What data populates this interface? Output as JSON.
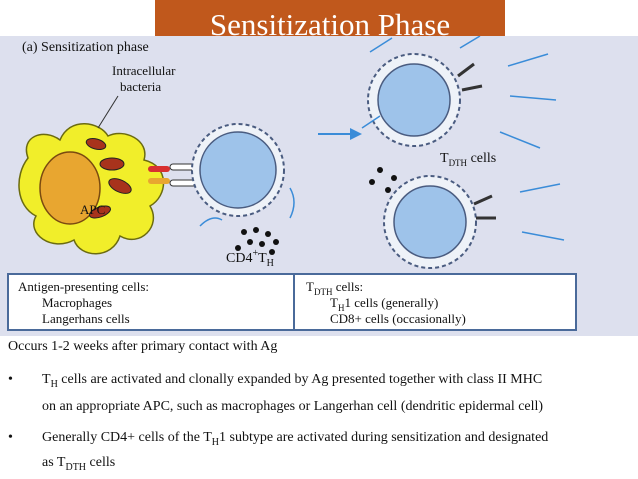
{
  "slide": {
    "title": "Sensitization Phase"
  },
  "figure": {
    "panel_label": "(a) Sensitization phase",
    "intracellular_label_1": "Intracellular",
    "intracellular_label_2": "bacteria",
    "apc_label": "APC",
    "cd4_label": "CD4",
    "cd4_sup": "+",
    "cd4_t": "T",
    "cd4_sub": "H",
    "tdth_t": "T",
    "tdth_sub": "DTH",
    "tdth_suffix": " cells",
    "box_left": {
      "header": "Antigen-presenting cells:",
      "items": [
        "Macrophages",
        "Langerhans cells"
      ]
    },
    "box_right": {
      "header_t": "T",
      "header_sub": "DTH",
      "header_suffix": " cells:",
      "item1_t": "T",
      "item1_sub": "H",
      "item1_suffix": "1 cells (generally)",
      "item2": "CD8+ cells (occasionally)"
    },
    "colors": {
      "apc_fill": "#f1ee2a",
      "nucleus": "#e8a630",
      "tcell": "#9ec3ea",
      "tcell_outline": "#4a5c80",
      "dots": "#111111"
    }
  },
  "caption": "Occurs 1-2 weeks after primary contact with Ag",
  "bullets": [
    {
      "marker": "•",
      "l1_a": "T",
      "l1_sub": "H",
      "l1_b": " cells are activated and clonally expanded by Ag presented together with class II MHC",
      "l2": "on an appropriate APC, such as macrophages or Langerhan cell (dendritic epidermal cell)"
    },
    {
      "marker": "•",
      "l1_a": "Generally CD4+ cells of the T",
      "l1_sub": "H",
      "l1_b": "1 subtype are activated during sensitization and designated",
      "l2_a": "as T",
      "l2_sub": "DTH",
      "l2_b": " cells"
    }
  ]
}
